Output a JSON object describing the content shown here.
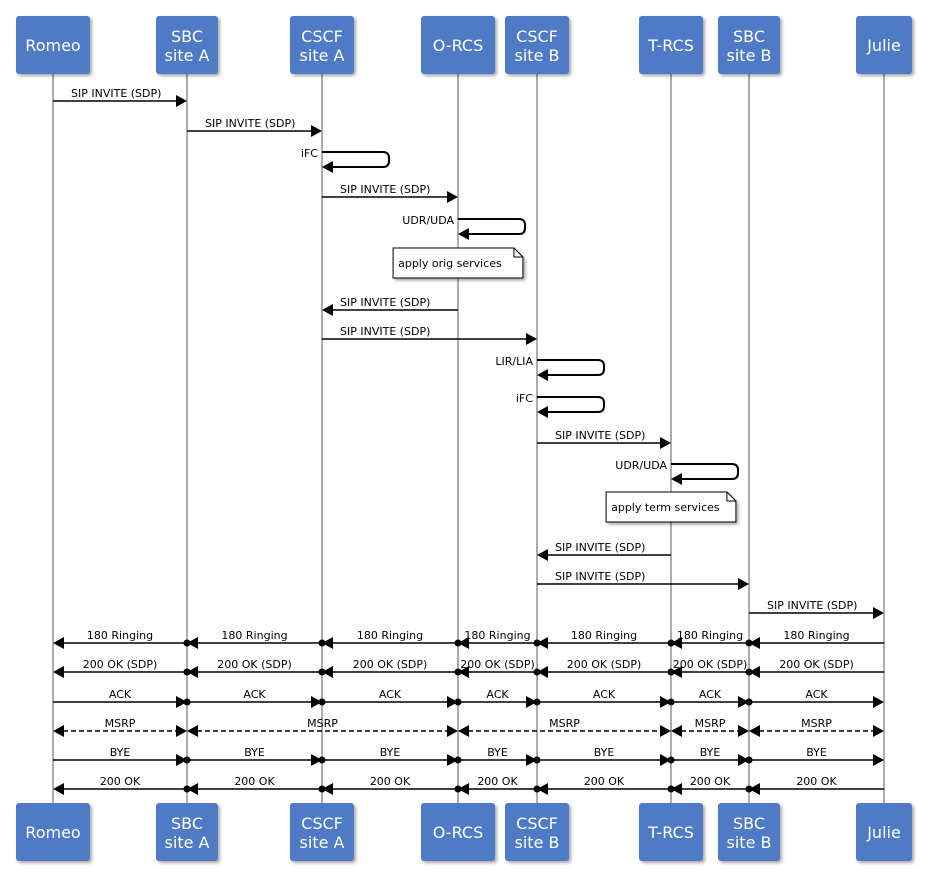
{
  "colors": {
    "participant_fill": "#4f7ac6",
    "line": "#000000",
    "lifeline": "#909090",
    "note_fill": "#ffffff"
  },
  "participants": [
    {
      "id": "romeo",
      "lines": [
        "Romeo"
      ]
    },
    {
      "id": "sbc_a",
      "lines": [
        "SBC",
        "site A"
      ]
    },
    {
      "id": "cscf_a",
      "lines": [
        "CSCF",
        "site A"
      ]
    },
    {
      "id": "orcs",
      "lines": [
        "O-RCS"
      ]
    },
    {
      "id": "cscf_b",
      "lines": [
        "CSCF",
        "site B"
      ]
    },
    {
      "id": "trcs",
      "lines": [
        "T-RCS"
      ]
    },
    {
      "id": "sbc_b",
      "lines": [
        "SBC",
        "site B"
      ]
    },
    {
      "id": "julie",
      "lines": [
        "Julie"
      ]
    }
  ],
  "messages": [
    {
      "kind": "msg",
      "from": "romeo",
      "to": "sbc_a",
      "label": "SIP INVITE (SDP)"
    },
    {
      "kind": "msg",
      "from": "sbc_a",
      "to": "cscf_a",
      "label": "SIP INVITE (SDP)"
    },
    {
      "kind": "self",
      "on": "cscf_a",
      "label": "iFC"
    },
    {
      "kind": "msg",
      "from": "cscf_a",
      "to": "orcs",
      "label": "SIP INVITE (SDP)"
    },
    {
      "kind": "self",
      "on": "orcs",
      "label": "UDR/UDA"
    },
    {
      "kind": "note",
      "on": "orcs",
      "label": "apply orig services"
    },
    {
      "kind": "msg",
      "from": "orcs",
      "to": "cscf_a",
      "label": "SIP INVITE (SDP)"
    },
    {
      "kind": "msg",
      "from": "cscf_a",
      "to": "cscf_b",
      "label": "SIP INVITE (SDP)"
    },
    {
      "kind": "self",
      "on": "cscf_b",
      "label": "LIR/LIA"
    },
    {
      "kind": "self",
      "on": "cscf_b",
      "label": "iFC"
    },
    {
      "kind": "msg",
      "from": "cscf_b",
      "to": "trcs",
      "label": "SIP INVITE (SDP)"
    },
    {
      "kind": "self",
      "on": "trcs",
      "label": "UDR/UDA"
    },
    {
      "kind": "note",
      "on": "trcs",
      "label": "apply term services"
    },
    {
      "kind": "msg",
      "from": "trcs",
      "to": "cscf_b",
      "label": "SIP INVITE (SDP)"
    },
    {
      "kind": "msg",
      "from": "cscf_b",
      "to": "sbc_b",
      "label": "SIP INVITE (SDP)"
    },
    {
      "kind": "msg",
      "from": "sbc_b",
      "to": "julie",
      "label": "SIP INVITE (SDP)"
    }
  ],
  "responses": [
    {
      "dir": "left",
      "dashed": false,
      "segments": [
        {
          "a": "romeo",
          "b": "sbc_a",
          "label": "180 Ringing"
        },
        {
          "a": "sbc_a",
          "b": "cscf_a",
          "label": "180 Ringing"
        },
        {
          "a": "cscf_a",
          "b": "orcs",
          "label": "180 Ringing"
        },
        {
          "a": "orcs",
          "b": "cscf_b",
          "label": "180 Ringing"
        },
        {
          "a": "cscf_b",
          "b": "trcs",
          "label": "180 Ringing"
        },
        {
          "a": "trcs",
          "b": "sbc_b",
          "label": "180 Ringing"
        },
        {
          "a": "sbc_b",
          "b": "julie",
          "label": "180 Ringing"
        }
      ]
    },
    {
      "dir": "left",
      "dashed": false,
      "segments": [
        {
          "a": "romeo",
          "b": "sbc_a",
          "label": "200 OK (SDP)"
        },
        {
          "a": "sbc_a",
          "b": "cscf_a",
          "label": "200 OK (SDP)"
        },
        {
          "a": "cscf_a",
          "b": "orcs",
          "label": "200 OK (SDP)"
        },
        {
          "a": "orcs",
          "b": "cscf_b",
          "label": "200 OK (SDP)"
        },
        {
          "a": "cscf_b",
          "b": "trcs",
          "label": "200 OK (SDP)"
        },
        {
          "a": "trcs",
          "b": "sbc_b",
          "label": "200 OK (SDP)"
        },
        {
          "a": "sbc_b",
          "b": "julie",
          "label": "200 OK (SDP)"
        }
      ]
    },
    {
      "dir": "right",
      "dashed": false,
      "segments": [
        {
          "a": "romeo",
          "b": "sbc_a",
          "label": "ACK"
        },
        {
          "a": "sbc_a",
          "b": "cscf_a",
          "label": "ACK"
        },
        {
          "a": "cscf_a",
          "b": "orcs",
          "label": "ACK"
        },
        {
          "a": "orcs",
          "b": "cscf_b",
          "label": "ACK"
        },
        {
          "a": "cscf_b",
          "b": "trcs",
          "label": "ACK"
        },
        {
          "a": "trcs",
          "b": "sbc_b",
          "label": "ACK"
        },
        {
          "a": "sbc_b",
          "b": "julie",
          "label": "ACK"
        }
      ]
    },
    {
      "dir": "both",
      "dashed": true,
      "segments": [
        {
          "a": "romeo",
          "b": "sbc_a",
          "label": "MSRP"
        },
        {
          "a": "sbc_a",
          "b": "orcs",
          "label": "MSRP"
        },
        {
          "a": "orcs",
          "b": "trcs",
          "label": "MSRP"
        },
        {
          "a": "trcs",
          "b": "sbc_b",
          "label": "MSRP"
        },
        {
          "a": "sbc_b",
          "b": "julie",
          "label": "MSRP"
        }
      ]
    },
    {
      "dir": "right",
      "dashed": false,
      "segments": [
        {
          "a": "romeo",
          "b": "sbc_a",
          "label": "BYE"
        },
        {
          "a": "sbc_a",
          "b": "cscf_a",
          "label": "BYE"
        },
        {
          "a": "cscf_a",
          "b": "orcs",
          "label": "BYE"
        },
        {
          "a": "orcs",
          "b": "cscf_b",
          "label": "BYE"
        },
        {
          "a": "cscf_b",
          "b": "trcs",
          "label": "BYE"
        },
        {
          "a": "trcs",
          "b": "sbc_b",
          "label": "BYE"
        },
        {
          "a": "sbc_b",
          "b": "julie",
          "label": "BYE"
        }
      ]
    },
    {
      "dir": "left",
      "dashed": false,
      "segments": [
        {
          "a": "romeo",
          "b": "sbc_a",
          "label": "200 OK"
        },
        {
          "a": "sbc_a",
          "b": "cscf_a",
          "label": "200 OK"
        },
        {
          "a": "cscf_a",
          "b": "orcs",
          "label": "200 OK"
        },
        {
          "a": "orcs",
          "b": "cscf_b",
          "label": "200 OK"
        },
        {
          "a": "cscf_b",
          "b": "trcs",
          "label": "200 OK"
        },
        {
          "a": "trcs",
          "b": "sbc_b",
          "label": "200 OK"
        },
        {
          "a": "sbc_b",
          "b": "julie",
          "label": "200 OK"
        }
      ]
    }
  ]
}
